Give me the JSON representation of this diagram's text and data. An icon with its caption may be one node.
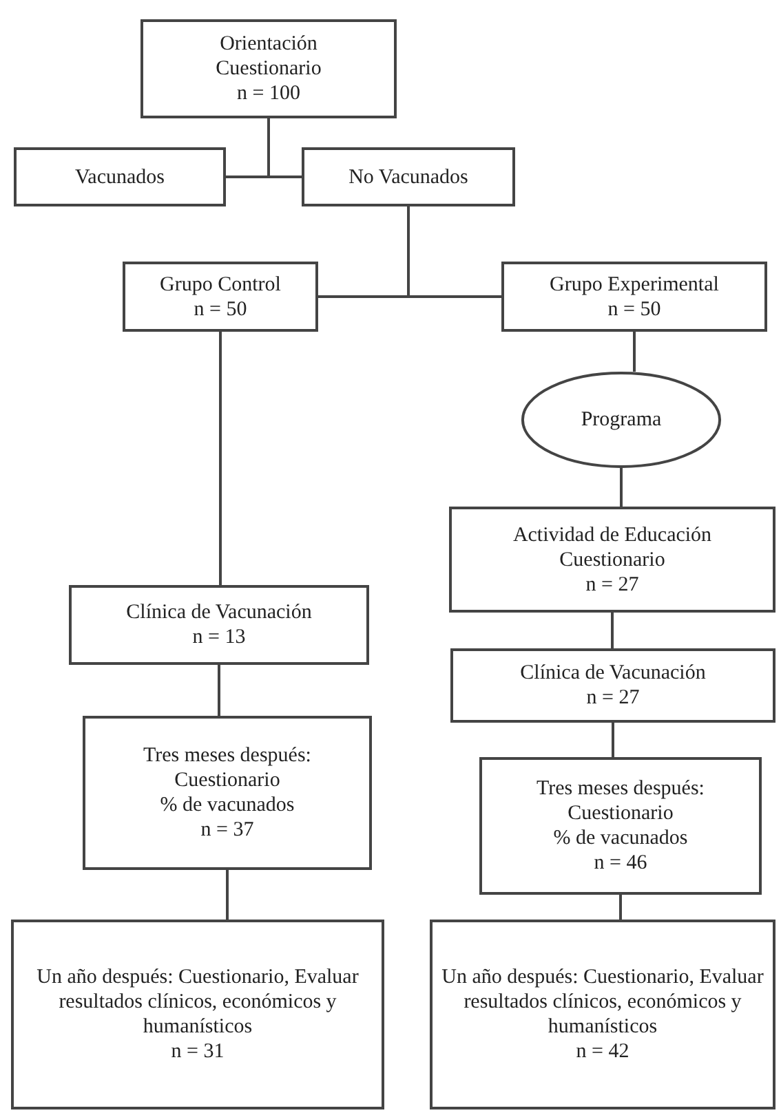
{
  "diagram": {
    "nodes": [
      {
        "text": [
          "Orientación",
          "Cuestionario",
          "n = 100"
        ]
      },
      {
        "text": [
          "Vacunados"
        ]
      },
      {
        "text": [
          "No Vacunados"
        ]
      },
      {
        "text": [
          "Grupo Control",
          "n = 50"
        ]
      },
      {
        "text": [
          "Grupo Experimental",
          "n = 50"
        ]
      },
      {
        "text": [
          "Programa"
        ]
      },
      {
        "text": [
          "Actividad de Educación",
          "Cuestionario",
          "n = 27"
        ]
      },
      {
        "text": [
          "Clínica de Vacunación",
          "n = 13"
        ]
      },
      {
        "text": [
          "Clínica de Vacunación",
          "n = 27"
        ]
      },
      {
        "text": [
          "Tres meses después:",
          "Cuestionario",
          "% de vacunados",
          "n = 37"
        ]
      },
      {
        "text": [
          "Tres meses después:",
          "Cuestionario",
          "% de vacunados",
          "n = 46"
        ]
      },
      {
        "text": [
          "Un año después: Cuestionario, Evaluar resultados clínicos, económicos y humanísticos",
          "n = 31"
        ]
      },
      {
        "text": [
          "Un año después: Cuestionario, Evaluar resultados clínicos, económicos y humanísticos",
          "n = 42"
        ]
      }
    ],
    "edges": [
      {
        "from": 0,
        "to": 1,
        "arrow": "none"
      },
      {
        "from": 0,
        "to": 2,
        "arrow": "none"
      },
      {
        "from": 2,
        "to": 3,
        "arrow": "none"
      },
      {
        "from": 2,
        "to": 4,
        "arrow": "none"
      },
      {
        "from": 3,
        "to": 7,
        "arrow": "none"
      },
      {
        "from": 7,
        "to": 9,
        "arrow": "none"
      },
      {
        "from": 9,
        "to": 11,
        "arrow": "none"
      },
      {
        "from": 4,
        "to": 5,
        "arrow": "none"
      },
      {
        "from": 5,
        "to": 6,
        "arrow": "none"
      },
      {
        "from": 6,
        "to": 8,
        "arrow": "none"
      },
      {
        "from": 8,
        "to": 10,
        "arrow": "none"
      },
      {
        "from": 10,
        "to": 12,
        "arrow": "none"
      }
    ]
  }
}
